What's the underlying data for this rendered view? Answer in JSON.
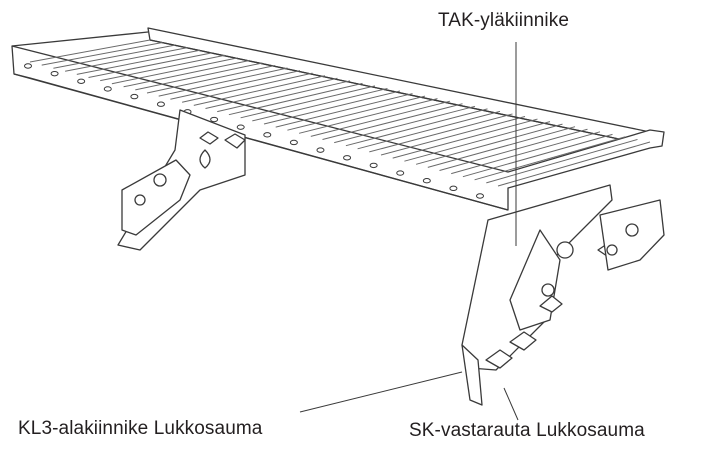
{
  "diagram": {
    "labels": {
      "top_bracket": "TAK-yläkiinnike",
      "lower_bracket": "KL3-alakiinnike Lukkosauma",
      "counter_iron": "SK-vastarauta Lukkosauma"
    },
    "colors": {
      "line": "#3a3a3a",
      "fill": "#ffffff",
      "shade": "#d9d9d9",
      "text": "#231f20"
    }
  }
}
